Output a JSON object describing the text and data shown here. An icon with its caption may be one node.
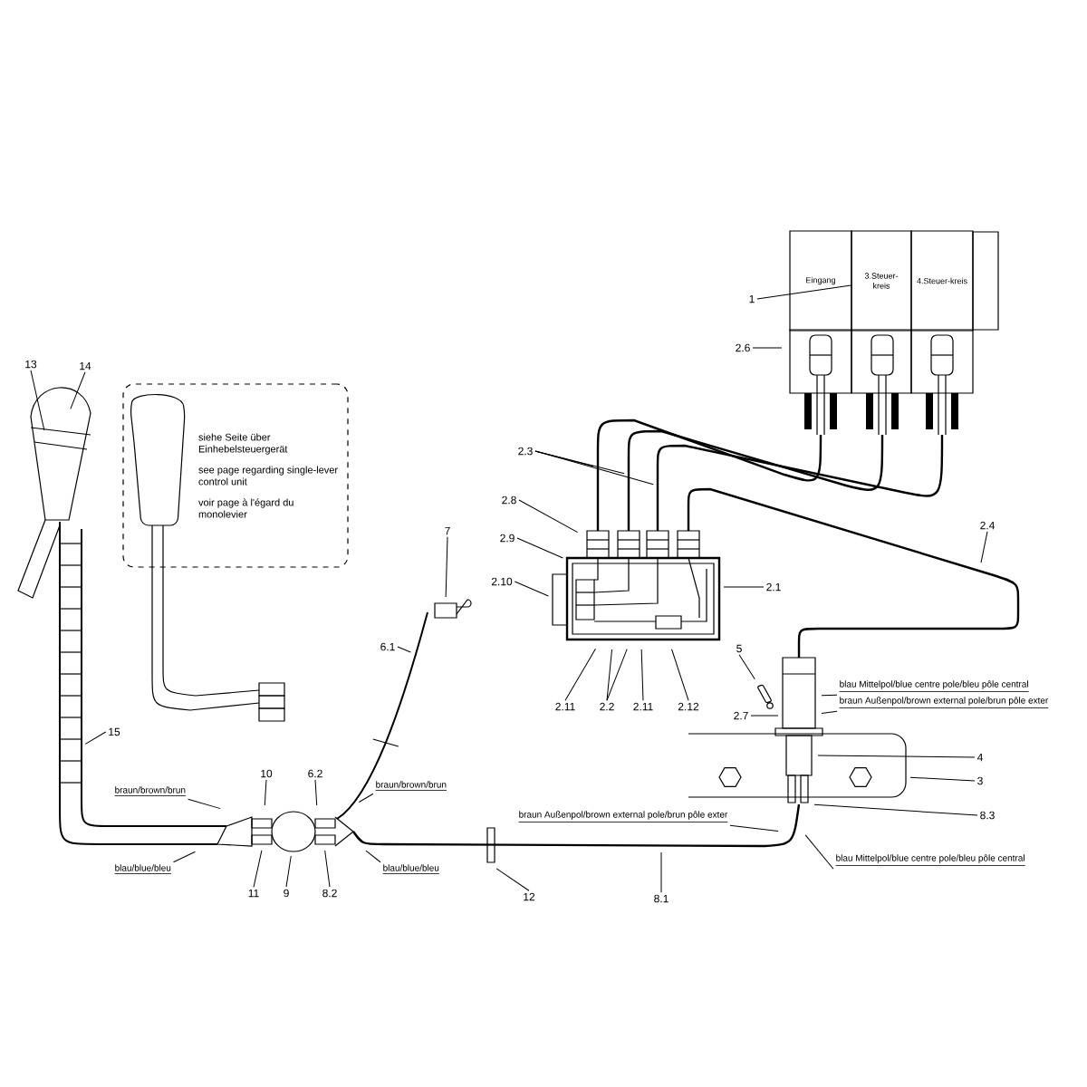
{
  "diagram": {
    "nodes": [
      {
        "text": [
          "Eingang"
        ]
      },
      {
        "text": [
          "3.Steuer-kreis"
        ]
      },
      {
        "text": [
          "4.Steuer-kreis"
        ]
      },
      {
        "text": [
          "1"
        ]
      },
      {
        "text": [
          "2.6"
        ]
      },
      {
        "text": [
          "13"
        ]
      },
      {
        "text": [
          "14"
        ]
      },
      {
        "text": [
          "siehe Seite über Einhebelsteuergerät",
          "see page regarding single-lever control unit",
          "voir page à l'égard du monolevier"
        ]
      },
      {
        "text": [
          "2.3"
        ]
      },
      {
        "text": [
          "2.8"
        ]
      },
      {
        "text": [
          "2.4"
        ]
      },
      {
        "text": [
          "2.9"
        ]
      },
      {
        "text": [
          "7"
        ]
      },
      {
        "text": [
          "2.10"
        ]
      },
      {
        "text": [
          "2.1"
        ]
      },
      {
        "text": [
          "6.1"
        ]
      },
      {
        "text": [
          "5"
        ]
      },
      {
        "text": [
          "blau Mittelpol/blue centre pole/bleu pôle central"
        ]
      },
      {
        "text": [
          "braun Außenpol/brown external pole/brun pôle exter"
        ]
      },
      {
        "text": [
          "2.11"
        ]
      },
      {
        "text": [
          "2.2"
        ]
      },
      {
        "text": [
          "2.11"
        ]
      },
      {
        "text": [
          "2.12"
        ]
      },
      {
        "text": [
          "2.7"
        ]
      },
      {
        "text": [
          "4"
        ]
      },
      {
        "text": [
          "3"
        ]
      },
      {
        "text": [
          "15"
        ]
      },
      {
        "text": [
          "8.3"
        ]
      },
      {
        "text": [
          "10"
        ]
      },
      {
        "text": [
          "6.2"
        ]
      },
      {
        "text": [
          "braun Außenpol/brown external pole/brun pôle exter"
        ]
      },
      {
        "text": [
          "braun/brown/brun"
        ]
      },
      {
        "text": [
          "braun/brown/brun"
        ]
      },
      {
        "text": [
          "blau Mittelpol/blue centre pole/bleu pôle central"
        ]
      },
      {
        "text": [
          "blau/blue/bleu"
        ]
      },
      {
        "text": [
          "blau/blue/bleu"
        ]
      },
      {
        "text": [
          "11"
        ]
      },
      {
        "text": [
          "9"
        ]
      },
      {
        "text": [
          "8.2"
        ]
      },
      {
        "text": [
          "12"
        ]
      },
      {
        "text": [
          "8.1"
        ]
      }
    ],
    "edges": [
      {
        "from": 3,
        "to": 1,
        "arrow": "none"
      },
      {
        "from": 4,
        "to": null,
        "arrow": "none"
      },
      {
        "from": 5,
        "to": null,
        "arrow": "none"
      },
      {
        "from": 6,
        "to": null,
        "arrow": "none"
      },
      {
        "from": 8,
        "to": null,
        "arrow": "none"
      },
      {
        "from": 8,
        "to": null,
        "arrow": "none"
      },
      {
        "from": 8,
        "to": null,
        "arrow": "none"
      },
      {
        "from": 9,
        "to": null,
        "arrow": "none"
      },
      {
        "from": 10,
        "to": null,
        "arrow": "none"
      },
      {
        "from": 11,
        "to": null,
        "arrow": "none"
      },
      {
        "from": 12,
        "to": null,
        "arrow": "none"
      },
      {
        "from": 13,
        "to": null,
        "arrow": "none"
      },
      {
        "from": 14,
        "to": null,
        "arrow": "none"
      },
      {
        "from": 15,
        "to": null,
        "arrow": "none"
      },
      {
        "from": 16,
        "to": null,
        "arrow": "none"
      },
      {
        "from": 17,
        "to": null,
        "arrow": "none"
      },
      {
        "from": 18,
        "to": null,
        "arrow": "none"
      },
      {
        "from": 19,
        "to": null,
        "arrow": "none"
      },
      {
        "from": 20,
        "to": null,
        "arrow": "none"
      },
      {
        "from": 20,
        "to": null,
        "arrow": "none"
      },
      {
        "from": 21,
        "to": null,
        "arrow": "none"
      },
      {
        "from": 22,
        "to": null,
        "arrow": "none"
      },
      {
        "from": 23,
        "to": null,
        "arrow": "none"
      },
      {
        "from": 24,
        "to": null,
        "arrow": "none"
      },
      {
        "from": 25,
        "to": null,
        "arrow": "none"
      },
      {
        "from": 26,
        "to": null,
        "arrow": "none"
      },
      {
        "from": 27,
        "to": null,
        "arrow": "none"
      },
      {
        "from": 28,
        "to": null,
        "arrow": "none"
      },
      {
        "from": 29,
        "to": null,
        "arrow": "none"
      },
      {
        "from": 30,
        "to": null,
        "arrow": "none"
      },
      {
        "from": 31,
        "to": null,
        "arrow": "none"
      },
      {
        "from": 32,
        "to": null,
        "arrow": "none"
      },
      {
        "from": 33,
        "to": null,
        "arrow": "none"
      },
      {
        "from": 34,
        "to": null,
        "arrow": "none"
      },
      {
        "from": 35,
        "to": null,
        "arrow": "none"
      },
      {
        "from": 36,
        "to": null,
        "arrow": "none"
      },
      {
        "from": 37,
        "to": null,
        "arrow": "none"
      },
      {
        "from": 38,
        "to": null,
        "arrow": "none"
      },
      {
        "from": 39,
        "to": null,
        "arrow": "none"
      },
      {
        "from": 40,
        "to": null,
        "arrow": "none"
      }
    ]
  }
}
